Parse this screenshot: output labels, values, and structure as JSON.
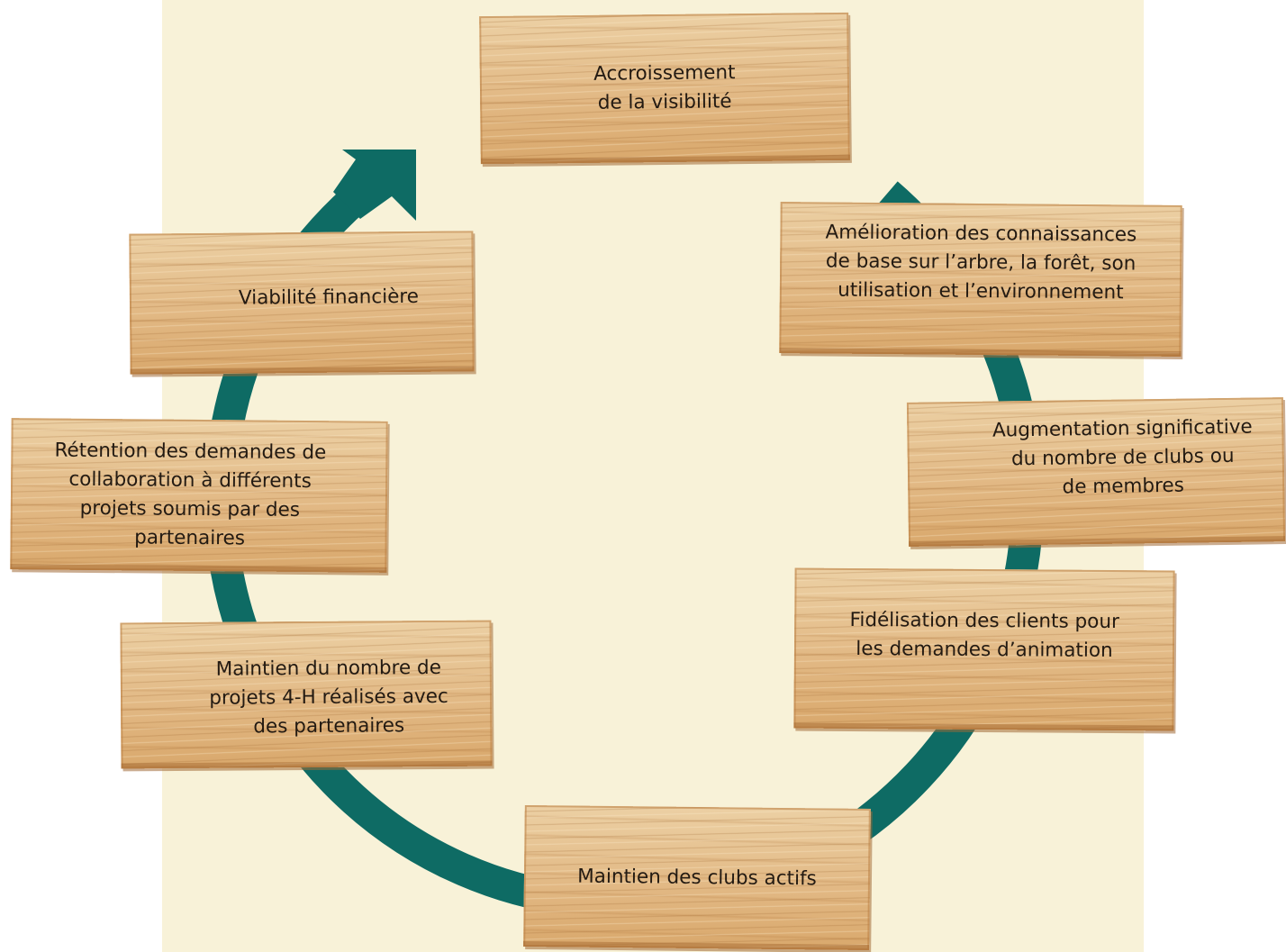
{
  "diagram": {
    "colors": {
      "background": "#ffffff",
      "panel": "#f8f2d8",
      "cycle_arrow": "#0e6b64",
      "plank_wood": "#e6c18e",
      "text": "#231a12"
    },
    "steps": [
      {
        "id": "visibility",
        "lines": [
          "Accroissement",
          "de la visibilité"
        ]
      },
      {
        "id": "knowledge",
        "lines": [
          "Amélioration des connaissances",
          "de base sur l’arbre, la forêt, son",
          "utilisation et l’environnement"
        ]
      },
      {
        "id": "growth",
        "lines": [
          "Augmentation significative",
          "du nombre de clubs ou",
          "de membres"
        ]
      },
      {
        "id": "loyalty",
        "lines": [
          "Fidélisation des clients pour",
          "les demandes d’animation"
        ]
      },
      {
        "id": "active-clubs",
        "lines": [
          "Maintien des clubs actifs"
        ]
      },
      {
        "id": "projects",
        "lines": [
          "Maintien du nombre de",
          "projets 4-H réalisés avec",
          "des partenaires"
        ]
      },
      {
        "id": "retention",
        "lines": [
          "Rétention des demandes de",
          "collaboration à différents",
          "projets soumis par des",
          "partenaires"
        ]
      },
      {
        "id": "finance",
        "lines": [
          "Viabilité financière"
        ]
      }
    ]
  }
}
